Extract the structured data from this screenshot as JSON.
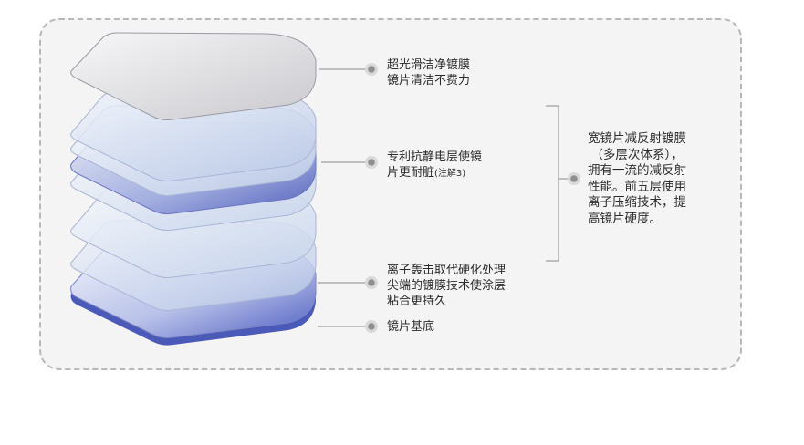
{
  "labels": {
    "top_coating": {
      "lines": [
        "超光滑洁净镀膜",
        "镜片清洁不费力"
      ]
    },
    "antistatic": {
      "line1": "专利抗静电层使镜",
      "line2_main": "片更耐脏",
      "line2_note": "(注解3)"
    },
    "ion_bombard": {
      "lines": [
        "离子轰击取代硬化处理",
        "尖端的镀膜技术使涂层",
        "粘合更持久"
      ]
    },
    "substrate": {
      "lines": [
        "镜片基底"
      ]
    }
  },
  "summary": {
    "lines": [
      "宽镜片减反射镀膜",
      "（多层次体系），",
      "拥有一流的减反射",
      "性能。前五层使用",
      "离子压缩技术，提",
      "高镜片硬度。"
    ]
  },
  "colors": {
    "panel_bg": "#f4f4f5",
    "panel_border": "#b8b8b8",
    "lens_blue": "#4b59b8",
    "connector": "#8a8a8a",
    "text": "#2b2b2b"
  }
}
